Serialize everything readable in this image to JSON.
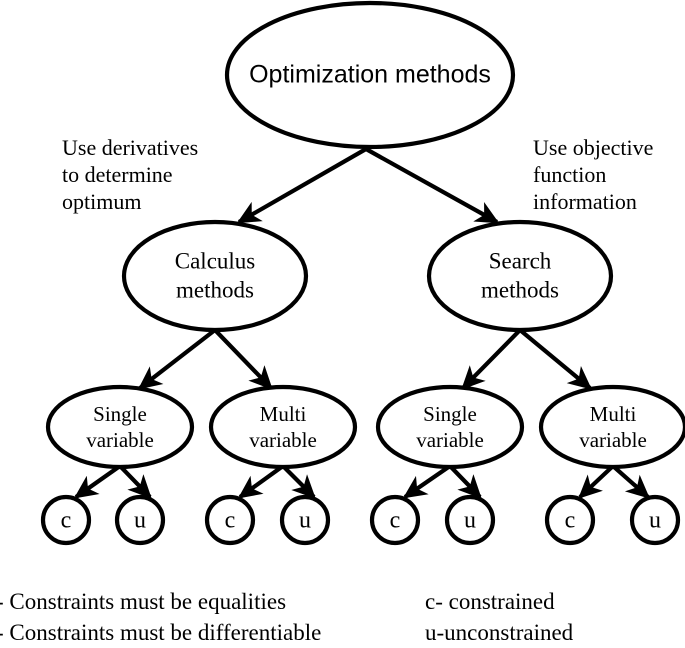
{
  "diagram": {
    "title": "Optimization methods",
    "type": "tree",
    "background_color": "#ffffff",
    "stroke_color": "#000000",
    "nodes": {
      "root": {
        "label": "Optimization methods",
        "shape": "ellipse"
      },
      "level2": [
        {
          "id": "calculus-methods",
          "line1": "Calculus",
          "line2": "methods",
          "shape": "ellipse"
        },
        {
          "id": "search-methods",
          "line1": "Search",
          "line2": "methods",
          "shape": "ellipse"
        }
      ],
      "level3": [
        {
          "id": "calculus-single-variable",
          "line1": "Single",
          "line2": "variable",
          "shape": "ellipse"
        },
        {
          "id": "calculus-multi-variable",
          "line1": "Multi",
          "line2": "variable",
          "shape": "ellipse"
        },
        {
          "id": "search-single-variable",
          "line1": "Single",
          "line2": "variable",
          "shape": "ellipse"
        },
        {
          "id": "search-multi-variable",
          "line1": "Multi",
          "line2": "variable",
          "shape": "ellipse"
        }
      ],
      "leaves": [
        {
          "id": "leaf-1-c",
          "label": "c",
          "shape": "circle"
        },
        {
          "id": "leaf-1-u",
          "label": "u",
          "shape": "circle"
        },
        {
          "id": "leaf-2-c",
          "label": "c",
          "shape": "circle"
        },
        {
          "id": "leaf-2-u",
          "label": "u",
          "shape": "circle"
        },
        {
          "id": "leaf-3-c",
          "label": "c",
          "shape": "circle"
        },
        {
          "id": "leaf-3-u",
          "label": "u",
          "shape": "circle"
        },
        {
          "id": "leaf-4-c",
          "label": "c",
          "shape": "circle"
        },
        {
          "id": "leaf-4-u",
          "label": "u",
          "shape": "circle"
        }
      ]
    },
    "annotations": {
      "left": "Use derivatives\nto determine\noptimum",
      "right": "Use objective\nfunction\ninformation"
    },
    "legend": {
      "left": [
        "- Constraints must be equalities",
        "- Constraints must be differentiable"
      ],
      "right": [
        "c- constrained",
        "u-unconstrained"
      ]
    }
  }
}
